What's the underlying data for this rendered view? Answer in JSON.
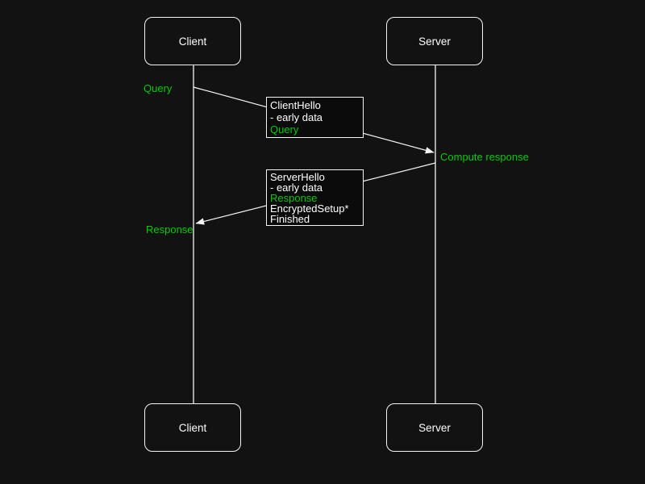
{
  "diagram_type": "sequence",
  "colors": {
    "background": "#121212",
    "box_fill": "#0b0b0b",
    "stroke": "#f5f5f5",
    "text": "#ffffff",
    "accent_green": "#00cc00"
  },
  "actors": {
    "client": "Client",
    "server": "Server"
  },
  "flow_labels": {
    "query": "Query",
    "compute_response": "Compute response",
    "response": "Response"
  },
  "message1": {
    "direction": "client-to-server",
    "lines": [
      {
        "text": "ClientHello",
        "green": false
      },
      {
        "text": "- early data",
        "green": false
      },
      {
        "text": "Query",
        "green": true
      }
    ]
  },
  "message2": {
    "direction": "server-to-client",
    "lines": [
      {
        "text": "ServerHello",
        "green": false
      },
      {
        "text": "- early data",
        "green": false
      },
      {
        "text": "Response",
        "green": true
      },
      {
        "text": "EncryptedSetup*",
        "green": false
      },
      {
        "text": "Finished",
        "green": false
      }
    ]
  }
}
